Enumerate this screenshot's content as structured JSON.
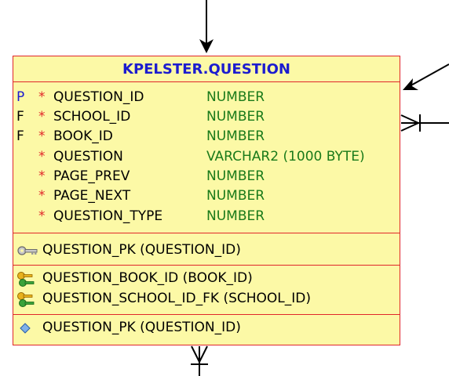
{
  "entity": {
    "title": "KPELSTER.QUESTION",
    "columns": [
      {
        "key": "P",
        "required": "*",
        "name": "QUESTION_ID",
        "type": "NUMBER"
      },
      {
        "key": "F",
        "required": "*",
        "name": "SCHOOL_ID",
        "type": "NUMBER"
      },
      {
        "key": "F",
        "required": "*",
        "name": "BOOK_ID",
        "type": "NUMBER"
      },
      {
        "key": "",
        "required": "*",
        "name": "QUESTION",
        "type": "VARCHAR2 (1000 BYTE)"
      },
      {
        "key": "",
        "required": "*",
        "name": "PAGE_PREV",
        "type": "NUMBER"
      },
      {
        "key": "",
        "required": "*",
        "name": "PAGE_NEXT",
        "type": "NUMBER"
      },
      {
        "key": "",
        "required": "*",
        "name": "QUESTION_TYPE",
        "type": "NUMBER"
      }
    ],
    "primary_key": {
      "label": "QUESTION_PK (QUESTION_ID)",
      "icon": "key-icon"
    },
    "foreign_keys": [
      {
        "label": "QUESTION_BOOK_ID (BOOK_ID)",
        "icon": "foreign-key-icon"
      },
      {
        "label": "QUESTION_SCHOOL_ID_FK (SCHOOL_ID)",
        "icon": "foreign-key-icon"
      }
    ],
    "indexes": [
      {
        "label": "QUESTION_PK (QUESTION_ID)",
        "icon": "index-diamond-icon"
      }
    ]
  },
  "colors": {
    "fill": "#fcf9a6",
    "border": "#e0262a",
    "title": "#1c1ccf",
    "type": "#1a7a1a",
    "connector": "#000000"
  }
}
